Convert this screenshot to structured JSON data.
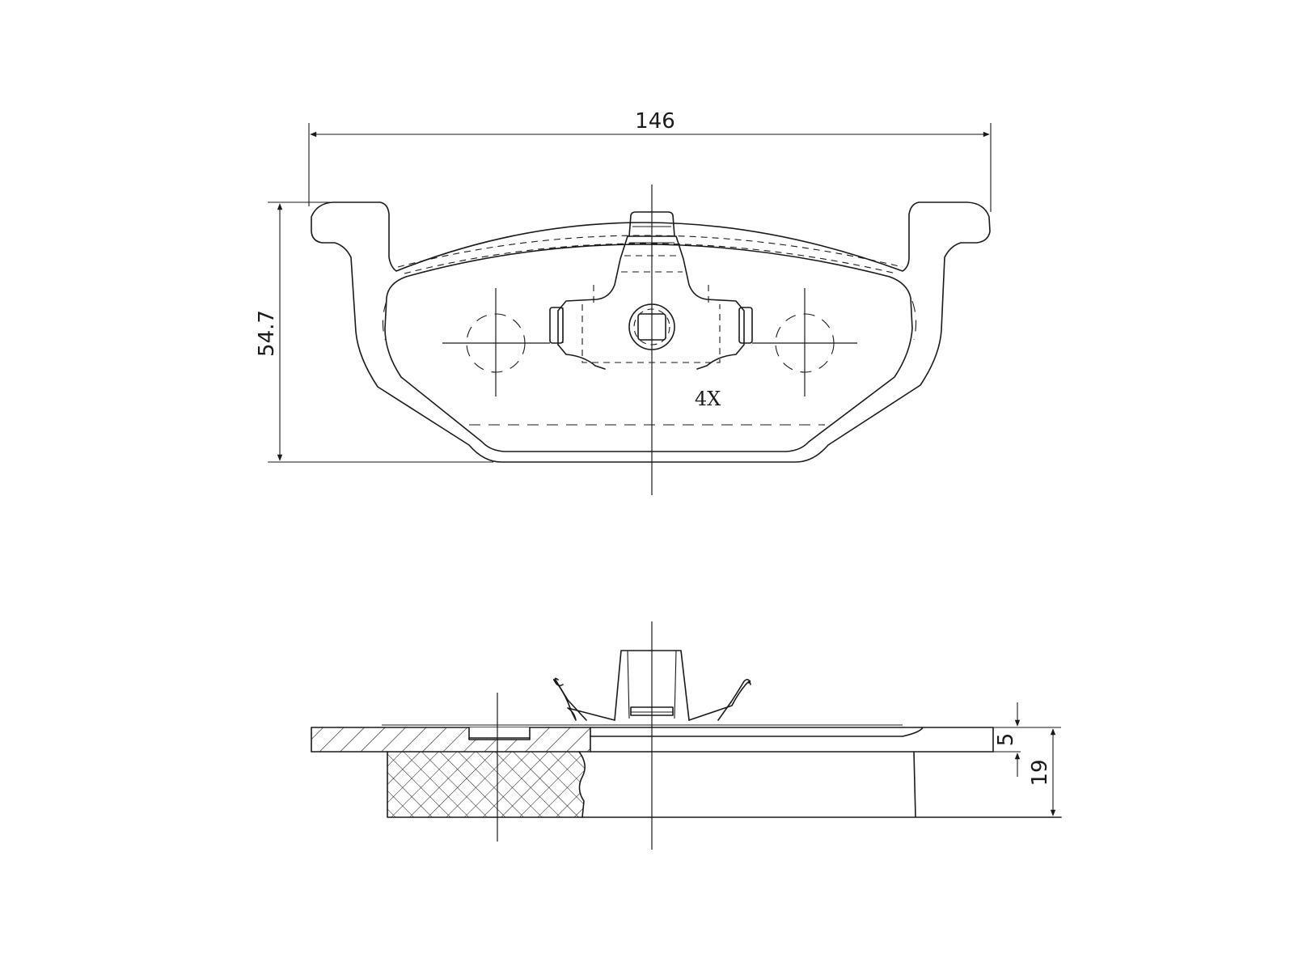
{
  "dimensions": {
    "width": "146",
    "height": "54.7",
    "backing_plate_thickness": "5",
    "total_thickness": "19"
  },
  "annotations": {
    "quantity": "4X"
  }
}
